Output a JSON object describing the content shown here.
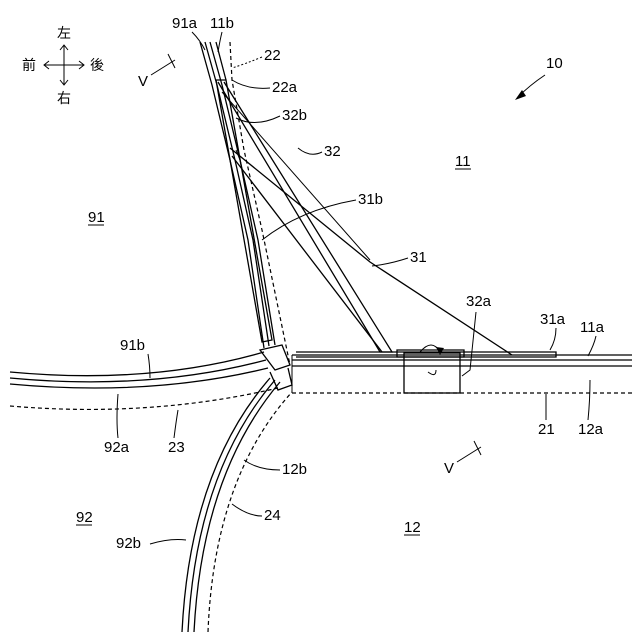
{
  "figure_number": "10",
  "direction": {
    "left": "左",
    "right": "右",
    "front": "前",
    "rear": "後"
  },
  "section_mark": "V",
  "regions": {
    "r11": "11",
    "r91": "91",
    "r92": "92",
    "r12": "12"
  },
  "labels": {
    "l91a": "91a",
    "l11b": "11b",
    "l22": "22",
    "l22a": "22a",
    "l32b": "32b",
    "l32": "32",
    "l31b": "31b",
    "l31": "31",
    "l32a": "32a",
    "l31a": "31a",
    "l11a": "11a",
    "l91b": "91b",
    "l92a": "92a",
    "l23": "23",
    "l21": "21",
    "l12a": "12a",
    "l12b": "12b",
    "l24": "24",
    "l92b": "92b"
  }
}
